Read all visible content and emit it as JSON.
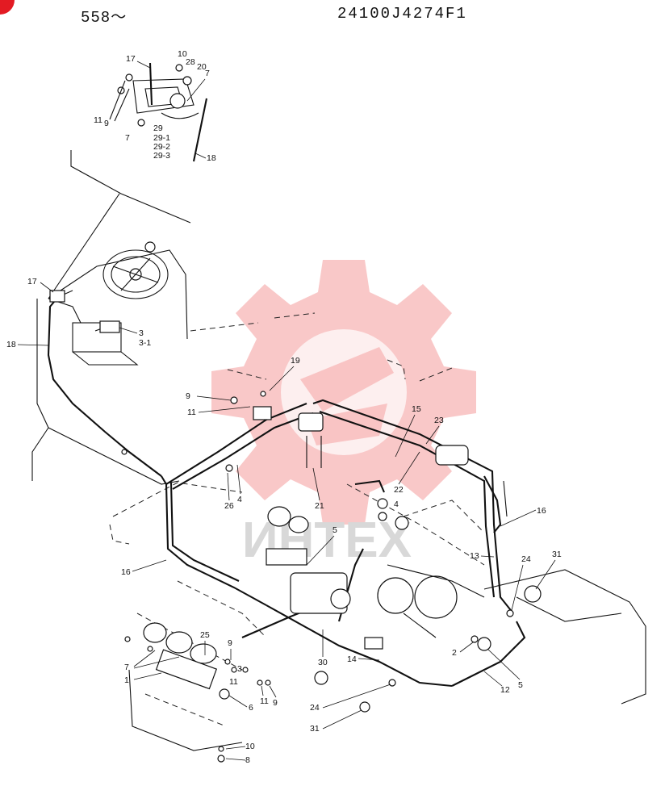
{
  "header": {
    "serial_range": "558～",
    "part_number": "24100J4274F1"
  },
  "watermark": {
    "text": "ИНТЕХ",
    "gear_color": "#f7b6b6"
  },
  "colors": {
    "line": "#111111",
    "corner_mark": "#e31b23"
  },
  "callouts": {
    "inset_17": "17",
    "inset_10": "10",
    "inset_28": "28",
    "inset_20": "20",
    "inset_7a": "7",
    "inset_11": "11",
    "inset_9": "9",
    "inset_7b": "7",
    "inset_29": "29",
    "inset_29_1": "29-1",
    "inset_29_2": "29-2",
    "inset_29_3": "29-3",
    "inset_18": "18",
    "c17": "17",
    "c18": "18",
    "c3": "3",
    "c3_1": "3-1",
    "c19": "19",
    "c9": "9",
    "c11": "11",
    "c15": "15",
    "c23": "23",
    "c26": "26",
    "c4a": "4",
    "c21": "21",
    "c22": "22",
    "c4b": "4",
    "c16r": "16",
    "c5a": "5",
    "c16l": "16",
    "c13": "13",
    "c24a": "24",
    "c31a": "31",
    "c25": "25",
    "c9b": "9",
    "c7": "7",
    "c3b": "3",
    "c1": "1",
    "c11b": "11",
    "c11c": "11",
    "c9c": "9",
    "c6": "6",
    "c30": "30",
    "c14": "14",
    "c2": "2",
    "c5b": "5",
    "c12": "12",
    "c24b": "24",
    "c31b": "31",
    "c10": "10",
    "c8": "8"
  }
}
